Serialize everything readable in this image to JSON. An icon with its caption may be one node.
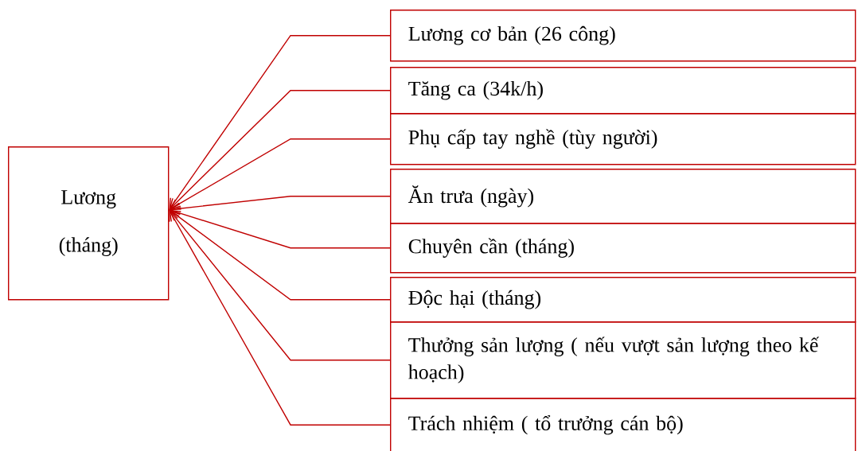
{
  "diagram": {
    "nodes": [
      {
        "text": [
          "Lương (tháng)"
        ]
      },
      {
        "text": [
          "Lương cơ bản (26 công)"
        ]
      },
      {
        "text": [
          "Tăng ca (34k/h)"
        ]
      },
      {
        "text": [
          "Phụ cấp tay nghề (tùy người)"
        ]
      },
      {
        "text": [
          "Ăn trưa (ngày)"
        ]
      },
      {
        "text": [
          "Chuyên cần (tháng)"
        ]
      },
      {
        "text": [
          "Độc hại (tháng)"
        ]
      },
      {
        "text": [
          "Thưởng sản lượng ( nếu vượt sản lượng theo kế hoạch)"
        ]
      },
      {
        "text": [
          "Trách nhiệm ( tổ trưởng cán bộ)"
        ]
      }
    ],
    "edges": [
      {
        "from": 1,
        "to": 0,
        "arrow": "to"
      },
      {
        "from": 2,
        "to": 0,
        "arrow": "to"
      },
      {
        "from": 3,
        "to": 0,
        "arrow": "to"
      },
      {
        "from": 4,
        "to": 0,
        "arrow": "to"
      },
      {
        "from": 5,
        "to": 0,
        "arrow": "to"
      },
      {
        "from": 6,
        "to": 0,
        "arrow": "to"
      },
      {
        "from": 7,
        "to": 0,
        "arrow": "to"
      },
      {
        "from": 8,
        "to": 0,
        "arrow": "to"
      }
    ]
  }
}
